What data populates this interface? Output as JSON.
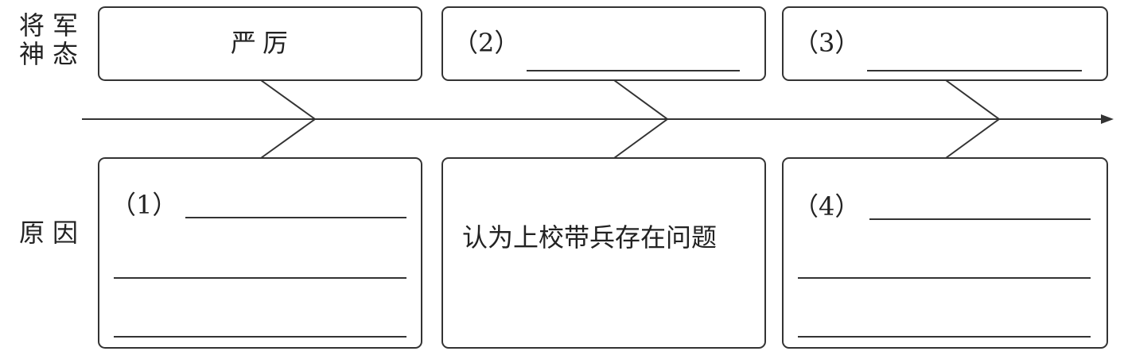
{
  "row_labels": {
    "top_line1": "将军",
    "top_line2": "神态",
    "bottom": "原因"
  },
  "top_boxes": [
    {
      "text": "严厉"
    },
    {
      "number": "（2）"
    },
    {
      "number": "（3）"
    }
  ],
  "bottom_boxes": [
    {
      "number": "（1）"
    },
    {
      "text": "认为上校带兵存在问题"
    },
    {
      "number": "（4）"
    }
  ]
}
